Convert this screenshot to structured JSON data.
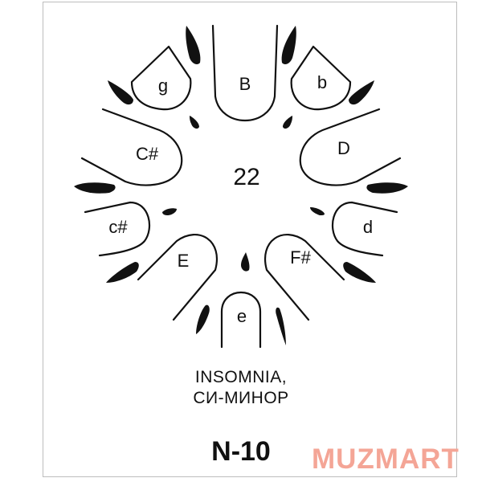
{
  "tones": {
    "B": "B",
    "b": "b",
    "D": "D",
    "d": "d",
    "F_sharp": "F#",
    "e": "e",
    "E": "E",
    "c_sharp": "c#",
    "C_sharp": "C#",
    "g": "g"
  },
  "center_number": "22",
  "title_line1": "INSOMNIA,",
  "title_line2": "СИ-МИНОР",
  "model_code": "N-10",
  "brand": "MUZMART",
  "colors": {
    "ink": "#111111",
    "brand": "#f4a596",
    "frame": "#bdbdbd"
  }
}
